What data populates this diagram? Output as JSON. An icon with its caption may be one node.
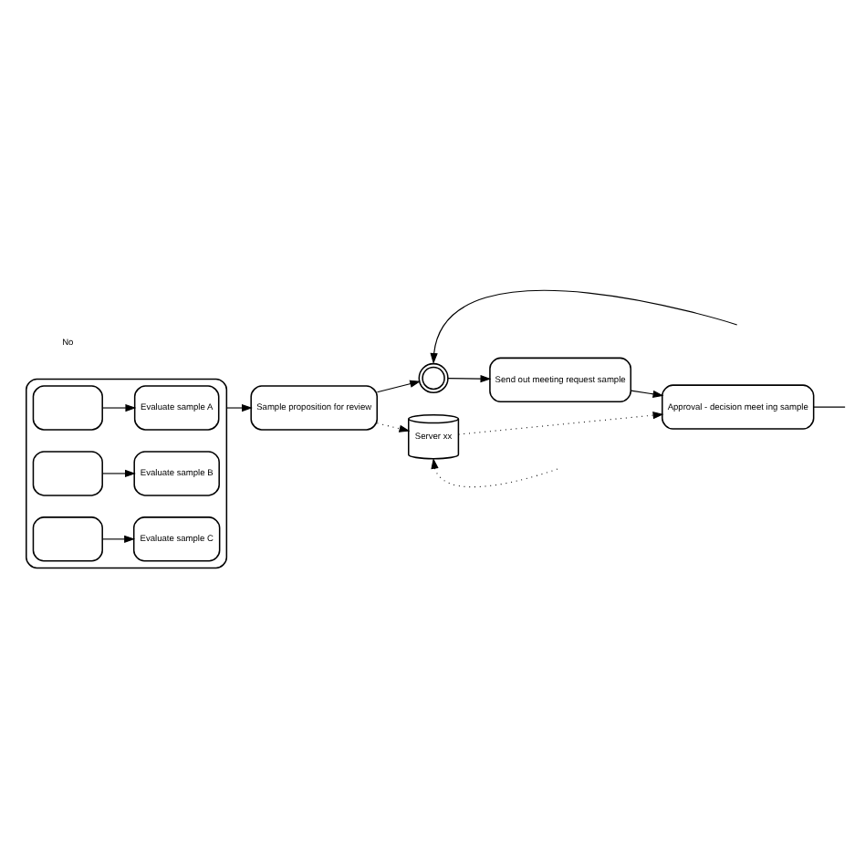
{
  "diagram": {
    "nodes": [
      {
        "text": [],
        "shape": "box"
      },
      {
        "text": [],
        "shape": "box",
        "in": 0
      },
      {
        "text": [],
        "shape": "box",
        "in": 0
      },
      {
        "text": [],
        "shape": "box",
        "in": 0
      },
      {
        "text": [
          "Evaluate sample A"
        ],
        "in": 0
      },
      {
        "text": [
          "Evaluate sample B"
        ],
        "in": 0
      },
      {
        "text": [
          "Evaluate sample C"
        ],
        "in": 0
      },
      {
        "text": [
          "Sample proposition for review"
        ]
      },
      {
        "text": [],
        "shape": "circle"
      },
      {
        "text": [
          "Send out meeting request sample"
        ]
      },
      {
        "text": [
          "Approval - decision meet ing sample"
        ]
      },
      {
        "text": [
          "Server xx"
        ]
      }
    ],
    "edges": [
      {
        "from": 1,
        "to": 4,
        "arrow": "to"
      },
      {
        "from": 2,
        "to": 5,
        "arrow": "to"
      },
      {
        "from": 3,
        "to": 6,
        "arrow": "to"
      },
      {
        "from": 0,
        "to": 7,
        "arrow": "to"
      },
      {
        "from": 7,
        "to": 8,
        "arrow": "to"
      },
      {
        "from": null,
        "to": 8,
        "arrow": "to"
      },
      {
        "from": 8,
        "to": 9,
        "arrow": "to"
      },
      {
        "from": 9,
        "to": 10,
        "arrow": "to"
      },
      {
        "from": 10,
        "to": null,
        "arrow": "none"
      },
      {
        "from": 7,
        "to": 11,
        "arrow": "to",
        "style": "dashed"
      },
      {
        "from": 11,
        "to": 10,
        "arrow": "to",
        "style": "dashed"
      },
      {
        "from": null,
        "to": 11,
        "arrow": "to",
        "style": "dashed"
      }
    ],
    "labels": [
      "No"
    ]
  }
}
